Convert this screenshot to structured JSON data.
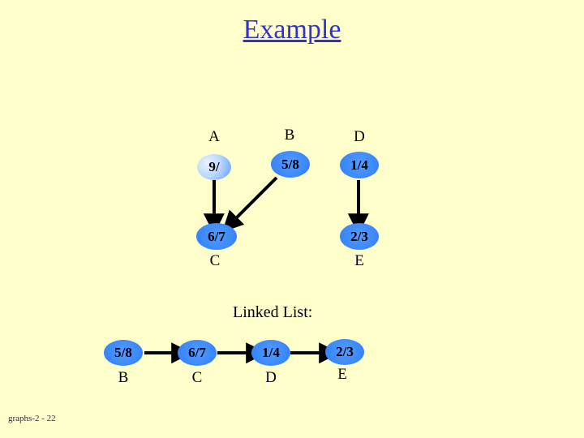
{
  "slide": {
    "title": "Example",
    "footer": "graphs-2 - 22",
    "background_color": "#ffffcc",
    "title_color": "#3333cc",
    "node_fill_color": "#3d8bf5"
  },
  "graph": {
    "nodes": [
      {
        "id": "A",
        "letter": "A",
        "value": "9/",
        "style": "pale"
      },
      {
        "id": "B",
        "letter": "B",
        "value": "5/8",
        "style": "solid"
      },
      {
        "id": "D",
        "letter": "D",
        "value": "1/4",
        "style": "solid"
      },
      {
        "id": "C",
        "letter": "C",
        "value": "6/7",
        "style": "solid"
      },
      {
        "id": "E",
        "letter": "E",
        "value": "2/3",
        "style": "solid"
      }
    ],
    "edges": [
      {
        "from": "A",
        "to": "C"
      },
      {
        "from": "B",
        "to": "C"
      },
      {
        "from": "D",
        "to": "E"
      }
    ]
  },
  "linked_list": {
    "label": "Linked List:",
    "items": [
      {
        "value": "5/8",
        "letter": "B"
      },
      {
        "value": "6/7",
        "letter": "C"
      },
      {
        "value": "1/4",
        "letter": "D"
      },
      {
        "value": "2/3",
        "letter": "E"
      }
    ]
  }
}
